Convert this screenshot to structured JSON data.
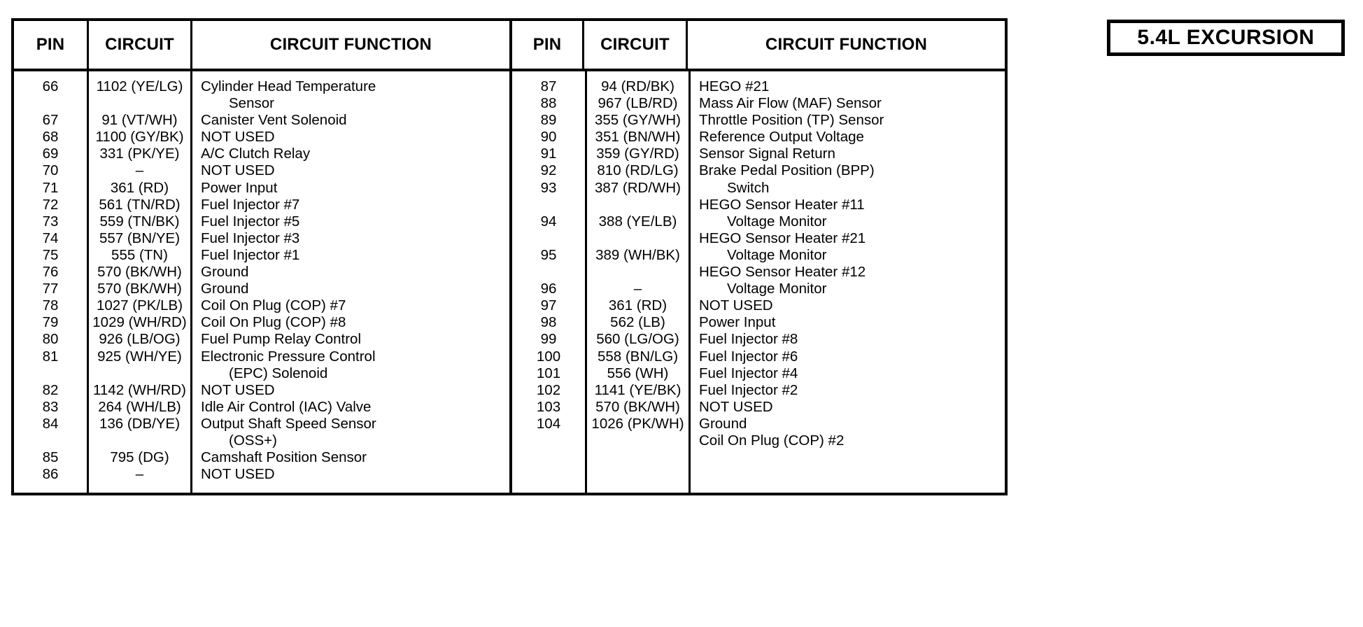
{
  "title_block": {
    "label": "5.4L EXCURSION"
  },
  "table": {
    "headers": [
      "PIN",
      "CIRCUIT",
      "CIRCUIT FUNCTION",
      "PIN",
      "CIRCUIT",
      "CIRCUIT FUNCTION"
    ],
    "left": {
      "pin_lines": [
        "66",
        "",
        "67",
        "68",
        "69",
        "70",
        "71",
        "72",
        "73",
        "74",
        "75",
        "76",
        "77",
        "78",
        "79",
        "80",
        "81",
        "",
        "82",
        "83",
        "84",
        "",
        "85",
        "86"
      ],
      "circuit_lines": [
        "1102 (YE/LG)",
        "",
        "91 (VT/WH)",
        "1100 (GY/BK)",
        "331 (PK/YE)",
        "–",
        "361 (RD)",
        "561 (TN/RD)",
        "559 (TN/BK)",
        "557 (BN/YE)",
        "555 (TN)",
        "570 (BK/WH)",
        "570 (BK/WH)",
        "1027 (PK/LB)",
        "1029 (WH/RD)",
        "926 (LB/OG)",
        "925 (WH/YE)",
        "",
        "1142 (WH/RD)",
        "264 (WH/LB)",
        "136 (DB/YE)",
        "",
        "795 (DG)",
        "–"
      ],
      "function_lines": [
        {
          "text": "Cylinder Head Temperature",
          "indent": false
        },
        {
          "text": "Sensor",
          "indent": true
        },
        {
          "text": "Canister Vent Solenoid",
          "indent": false
        },
        {
          "text": "NOT USED",
          "indent": false
        },
        {
          "text": "A/C Clutch Relay",
          "indent": false
        },
        {
          "text": "NOT USED",
          "indent": false
        },
        {
          "text": "Power Input",
          "indent": false
        },
        {
          "text": "Fuel Injector #7",
          "indent": false
        },
        {
          "text": "Fuel Injector #5",
          "indent": false
        },
        {
          "text": "Fuel Injector #3",
          "indent": false
        },
        {
          "text": "Fuel Injector #1",
          "indent": false
        },
        {
          "text": "Ground",
          "indent": false
        },
        {
          "text": "Ground",
          "indent": false
        },
        {
          "text": "Coil On Plug (COP) #7",
          "indent": false
        },
        {
          "text": "Coil On Plug (COP) #8",
          "indent": false
        },
        {
          "text": "Fuel Pump Relay Control",
          "indent": false
        },
        {
          "text": "Electronic Pressure Control",
          "indent": false
        },
        {
          "text": "(EPC) Solenoid",
          "indent": true
        },
        {
          "text": "NOT USED",
          "indent": false
        },
        {
          "text": "Idle Air Control (IAC) Valve",
          "indent": false
        },
        {
          "text": "Output Shaft Speed Sensor",
          "indent": false
        },
        {
          "text": "(OSS+)",
          "indent": true
        },
        {
          "text": "Camshaft Position Sensor",
          "indent": false
        },
        {
          "text": "NOT USED",
          "indent": false
        }
      ]
    },
    "right": {
      "pin_lines": [
        "87",
        "88",
        "89",
        "90",
        "91",
        "92",
        "93",
        "",
        "94",
        "",
        "95",
        "",
        "96",
        "97",
        "98",
        "99",
        "100",
        "101",
        "102",
        "103",
        "104",
        ""
      ],
      "circuit_lines": [
        "94 (RD/BK)",
        "967 (LB/RD)",
        "355 (GY/WH)",
        "351 (BN/WH)",
        "359 (GY/RD)",
        "810 (RD/LG)",
        "387 (RD/WH)",
        "",
        "388 (YE/LB)",
        "",
        "389 (WH/BK)",
        "",
        "–",
        "361 (RD)",
        "562 (LB)",
        "560 (LG/OG)",
        "558 (BN/LG)",
        "556 (WH)",
        "1141 (YE/BK)",
        "570 (BK/WH)",
        "1026 (PK/WH)",
        ""
      ],
      "function_lines": [
        {
          "text": "HEGO #21",
          "indent": false
        },
        {
          "text": "Mass Air Flow (MAF) Sensor",
          "indent": false
        },
        {
          "text": "Throttle Position (TP) Sensor",
          "indent": false
        },
        {
          "text": "Reference Output Voltage",
          "indent": false
        },
        {
          "text": "Sensor Signal Return",
          "indent": false
        },
        {
          "text": "Brake Pedal Position (BPP)",
          "indent": false
        },
        {
          "text": "Switch",
          "indent": true
        },
        {
          "text": "HEGO Sensor Heater #11",
          "indent": false
        },
        {
          "text": "Voltage Monitor",
          "indent": true
        },
        {
          "text": "HEGO Sensor Heater #21",
          "indent": false
        },
        {
          "text": "Voltage Monitor",
          "indent": true
        },
        {
          "text": "HEGO Sensor Heater #12",
          "indent": false
        },
        {
          "text": "Voltage Monitor",
          "indent": true
        },
        {
          "text": "NOT USED",
          "indent": false
        },
        {
          "text": "Power Input",
          "indent": false
        },
        {
          "text": "Fuel Injector #8",
          "indent": false
        },
        {
          "text": "Fuel Injector #6",
          "indent": false
        },
        {
          "text": "Fuel Injector #4",
          "indent": false
        },
        {
          "text": "Fuel Injector #2",
          "indent": false
        },
        {
          "text": "NOT USED",
          "indent": false
        },
        {
          "text": "Ground",
          "indent": false
        },
        {
          "text": "Coil On Plug (COP) #2",
          "indent": false
        }
      ]
    }
  }
}
